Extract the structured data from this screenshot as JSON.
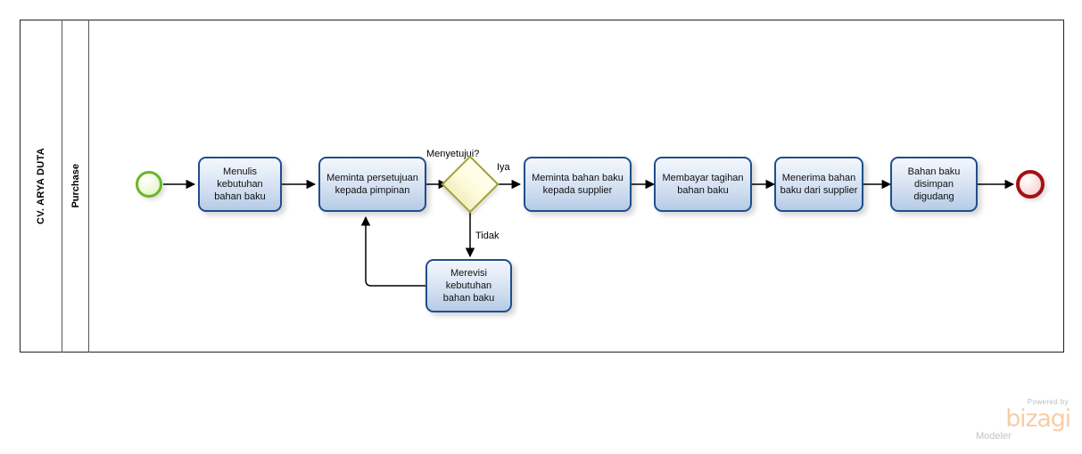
{
  "diagram": {
    "pool": {
      "label": "CV. ARYA DUTA"
    },
    "lane": {
      "label": "Purchase"
    },
    "events": [
      {
        "id": "start",
        "type": "start-event",
        "label": "",
        "color": "#6cb52d"
      },
      {
        "id": "end",
        "type": "end-event",
        "label": "",
        "color": "#a40f16"
      }
    ],
    "tasks": [
      {
        "id": "t1",
        "label": "Menulis kebutuhan bahan baku"
      },
      {
        "id": "t2",
        "label": "Meminta persetujuan kepada pimpinan"
      },
      {
        "id": "t3",
        "label": "Meminta bahan baku kepada supplier"
      },
      {
        "id": "t4",
        "label": "Membayar tagihan bahan baku"
      },
      {
        "id": "t5",
        "label": "Menerima bahan baku dari supplier"
      },
      {
        "id": "t6",
        "label": "Bahan baku disimpan digudang"
      },
      {
        "id": "t7",
        "label": "Merevisi kebutuhan bahan baku"
      }
    ],
    "gateways": [
      {
        "id": "g1",
        "label": "Menyetujui?",
        "color": "#a0a033"
      }
    ],
    "flow_labels": {
      "gateway_question": "Menyetujui?",
      "yes": "Iya",
      "no": "Tidak"
    },
    "colors": {
      "task_border": "#1f4e8c",
      "task_fill": "#cddcef",
      "gateway_border": "#a0a033",
      "gateway_fill": "#fdfbdc",
      "start_event": "#6cb52d",
      "end_event": "#a40f16",
      "brand": "#f8cda4"
    }
  },
  "branding": {
    "powered_by": "Powered by",
    "name": "bizagi",
    "product": "Modeler"
  }
}
